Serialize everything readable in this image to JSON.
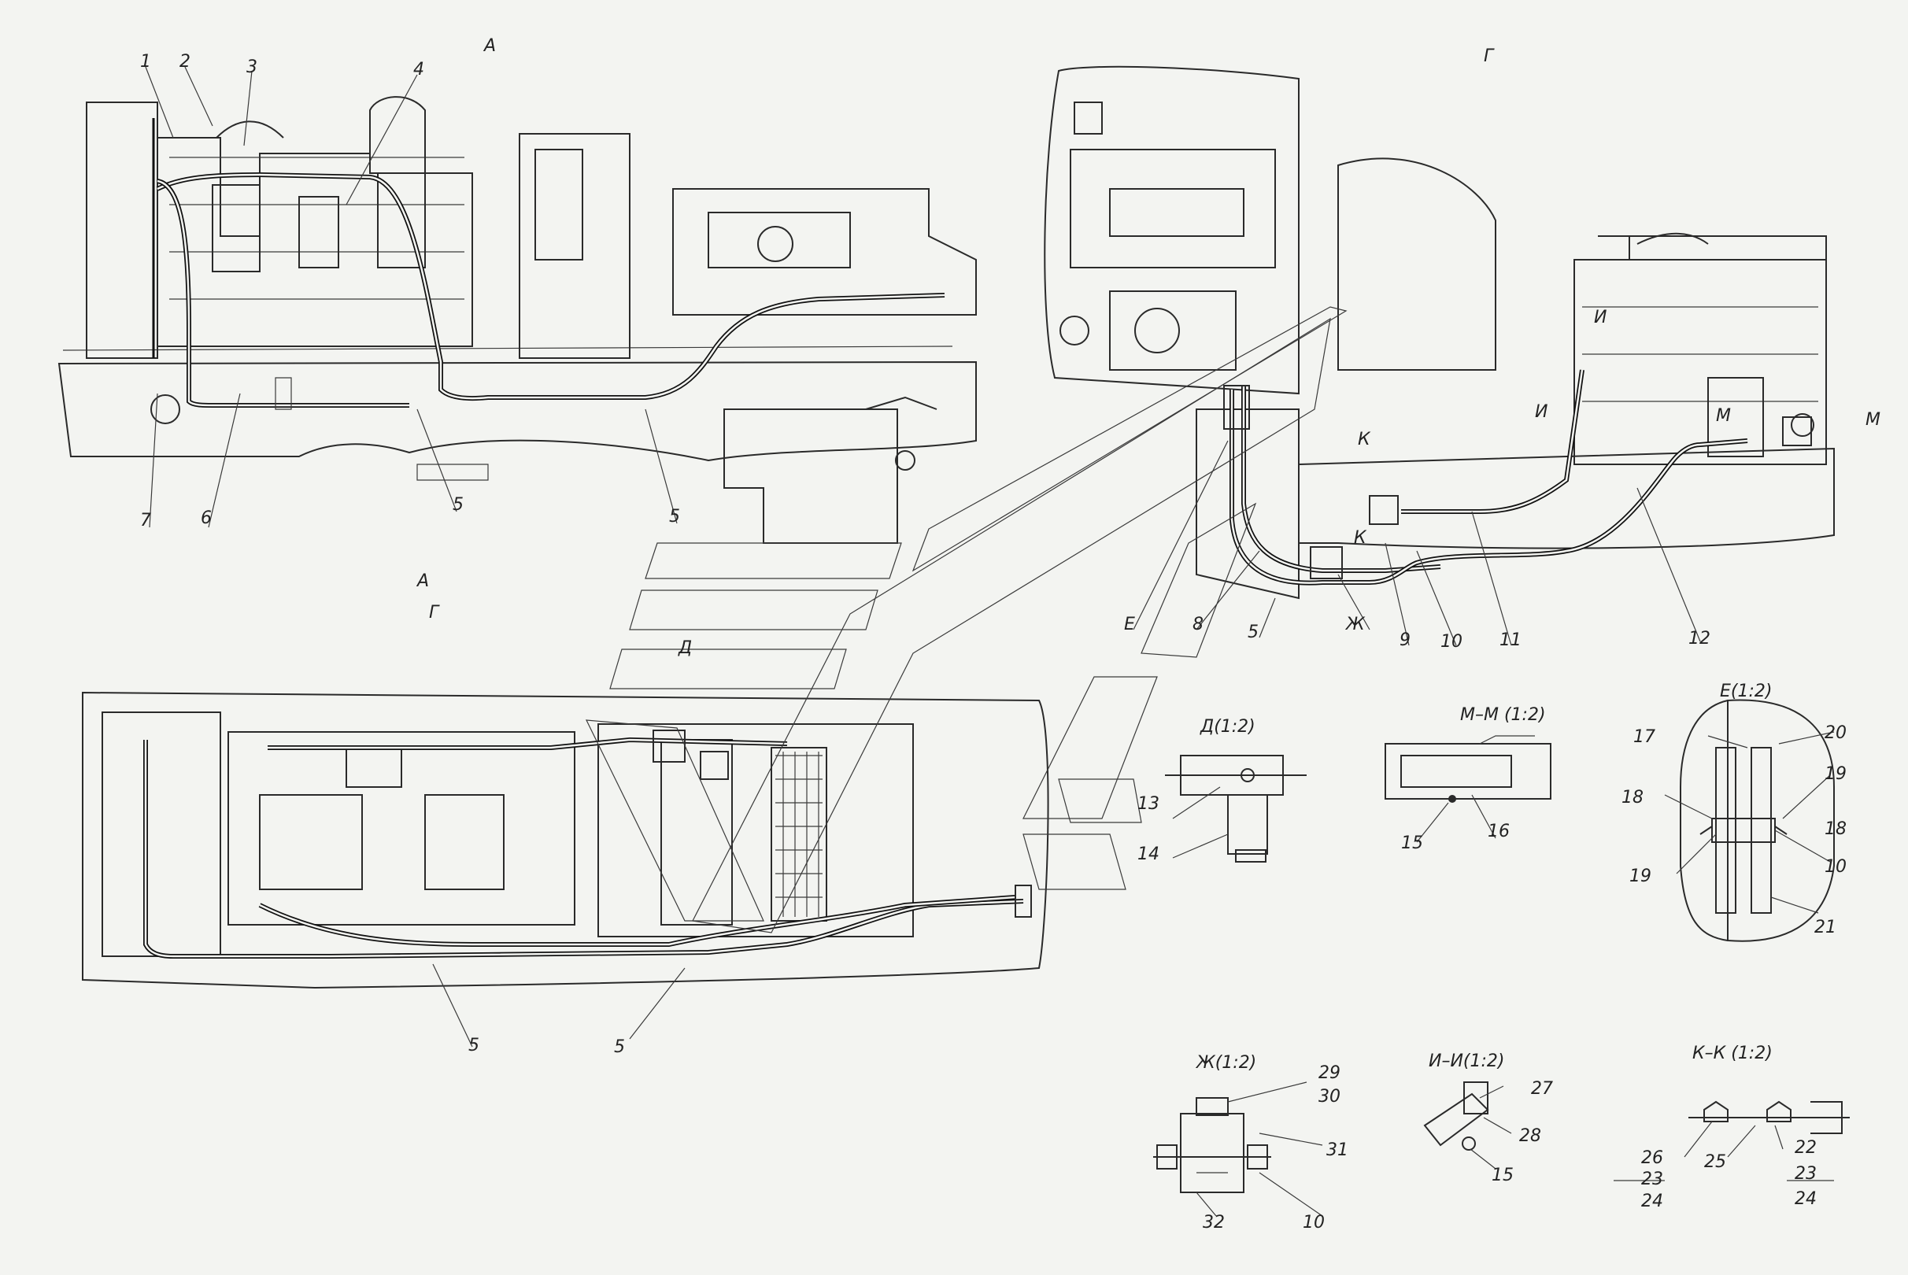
{
  "views": {
    "view_a_top": "А",
    "view_a_bottom": "А",
    "view_g_top": "Г",
    "view_g_bottom": "Г",
    "view_d": "Д(1:2)",
    "view_m": "М–М (1:2)",
    "view_e": "Е(1:2)",
    "view_zh": "Ж(1:2)",
    "view_i": "И–И(1:2)",
    "view_k": "К–К (1:2)"
  },
  "markers": {
    "e": "Е",
    "zh": "Ж",
    "i1": "И",
    "i2": "И",
    "m1": "М",
    "m2": "М",
    "k1": "К",
    "k2": "К",
    "d": "Д"
  },
  "callouts": {
    "c1": "1",
    "c2": "2",
    "c3": "3",
    "c4": "4",
    "c5a": "5",
    "c5b": "5",
    "c5c": "5",
    "c5d": "5",
    "c5e": "5",
    "c6": "6",
    "c7": "7",
    "c8": "8",
    "c9": "9",
    "c10a": "10",
    "c10b": "10",
    "c10c": "10",
    "c11": "11",
    "c12": "12",
    "c13": "13",
    "c14": "14",
    "c15a": "15",
    "c15b": "15",
    "c16": "16",
    "c17": "17",
    "c18a": "18",
    "c18b": "18",
    "c19a": "19",
    "c19b": "19",
    "c20": "20",
    "c21": "21",
    "c22": "22",
    "c23a": "23",
    "c23b": "23",
    "c24a": "24",
    "c24b": "24",
    "c25": "25",
    "c26": "26",
    "c27": "27",
    "c28": "28",
    "c29": "29",
    "c30": "30",
    "c31": "31",
    "c32": "32"
  }
}
